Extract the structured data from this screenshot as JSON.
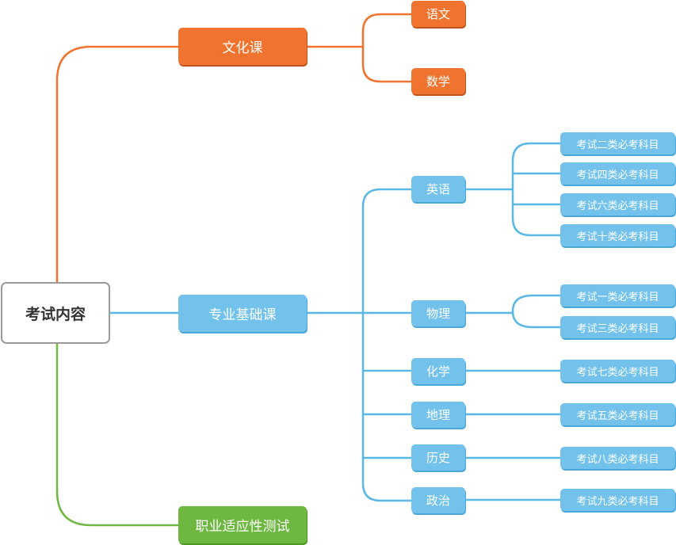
{
  "root": {
    "label": "考试内容"
  },
  "branches": {
    "culture": {
      "label": "文化课",
      "children": [
        {
          "label": "语文"
        },
        {
          "label": "数学"
        }
      ]
    },
    "major": {
      "label": "专业基础课",
      "children": [
        {
          "label": "英语",
          "exams": [
            "考试二类必考科目",
            "考试四类必考科目",
            "考试六类必考科目",
            "考试十类必考科目"
          ]
        },
        {
          "label": "物理",
          "exams": [
            "考试一类必考科目",
            "考试三类必考科目"
          ]
        },
        {
          "label": "化学",
          "exams": [
            "考试七类必考科目"
          ]
        },
        {
          "label": "地理",
          "exams": [
            "考试五类必考科目"
          ]
        },
        {
          "label": "历史",
          "exams": [
            "考试八类必考科目"
          ]
        },
        {
          "label": "政治",
          "exams": [
            "考试九类必考科目"
          ]
        }
      ]
    },
    "vocational": {
      "label": "职业适应性测试"
    }
  },
  "colors": {
    "culture": "#f0742f",
    "major": "#72c2ec",
    "major_line": "#5bb7e3",
    "vocational": "#6eb741",
    "root_border": "#9a9a9a"
  }
}
